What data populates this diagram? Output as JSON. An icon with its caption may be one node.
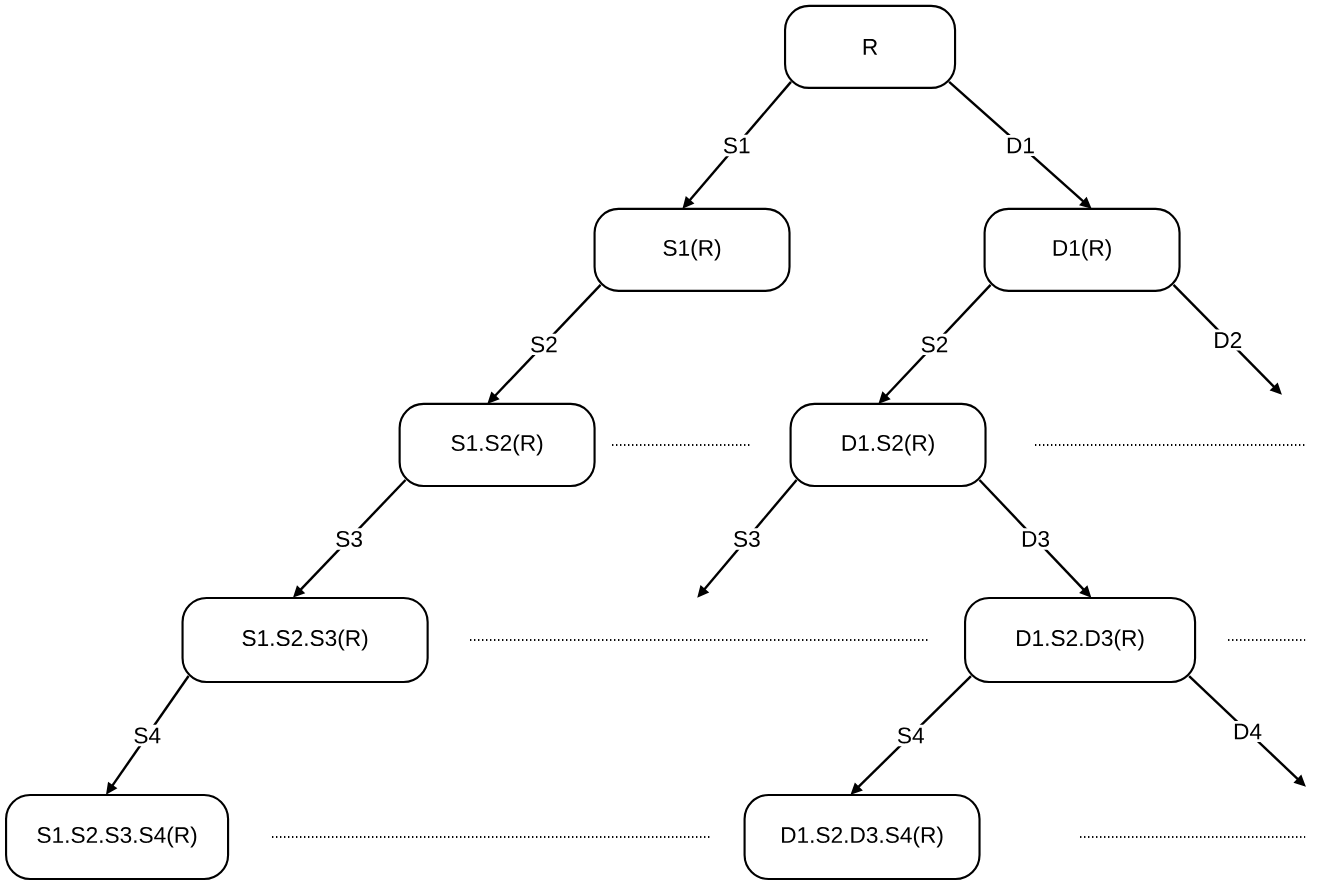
{
  "diagram": {
    "nodes": [
      {
        "text": [
          "R"
        ]
      },
      {
        "text": [
          "S1(R)"
        ]
      },
      {
        "text": [
          "D1(R)"
        ]
      },
      {
        "text": [
          "S1.S2(R)"
        ]
      },
      {
        "text": [
          "D1.S2(R)"
        ]
      },
      {
        "text": [
          "S1.S2.S3(R)"
        ]
      },
      {
        "text": [
          "D1.S2.D3(R)"
        ]
      },
      {
        "text": [
          "S1.S2.S3.S4(R)"
        ]
      },
      {
        "text": [
          "D1.S2.D3.S4(R)"
        ]
      }
    ],
    "edges": [
      {
        "from": 0,
        "to": 1,
        "arrow": "to",
        "label": "S1"
      },
      {
        "from": 0,
        "to": 2,
        "arrow": "to",
        "label": "D1"
      },
      {
        "from": 1,
        "to": 3,
        "arrow": "to",
        "label": "S2"
      },
      {
        "from": 2,
        "to": 4,
        "arrow": "to",
        "label": "S2"
      },
      {
        "from": 2,
        "to": null,
        "arrow": "to",
        "label": "D2"
      },
      {
        "from": 3,
        "to": 5,
        "arrow": "to",
        "label": "S3"
      },
      {
        "from": 4,
        "to": null,
        "arrow": "to",
        "label": "S3"
      },
      {
        "from": 4,
        "to": 6,
        "arrow": "to",
        "label": "D3"
      },
      {
        "from": 5,
        "to": 7,
        "arrow": "to",
        "label": "S4"
      },
      {
        "from": 6,
        "to": 8,
        "arrow": "to",
        "label": "S4"
      },
      {
        "from": 6,
        "to": null,
        "arrow": "to",
        "label": "D4"
      }
    ]
  }
}
